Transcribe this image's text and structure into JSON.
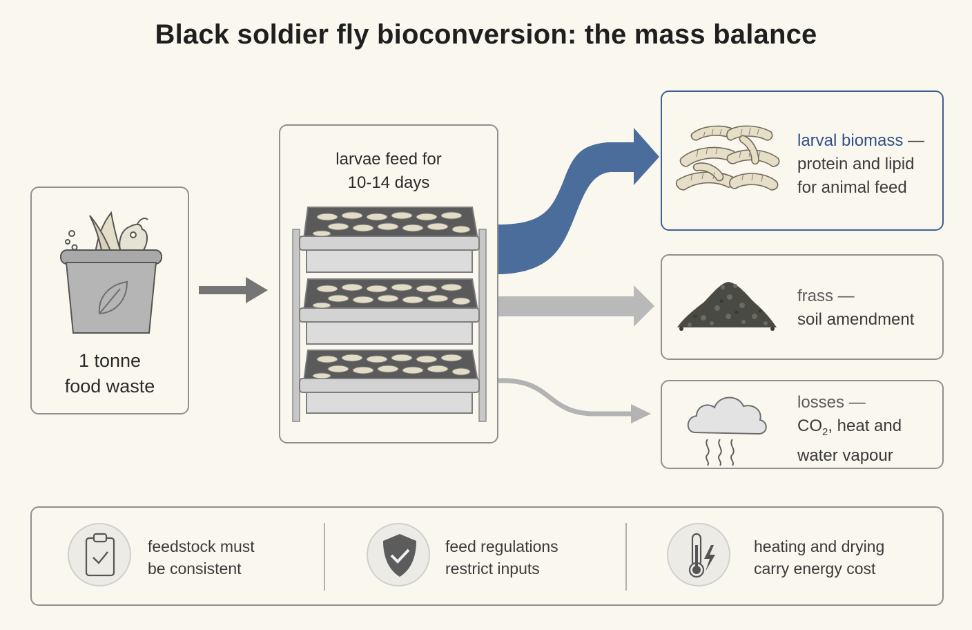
{
  "title": "Black soldier fly bioconversion: the mass balance",
  "input": {
    "line1": "1 tonne",
    "line2": "food waste",
    "icon": "food-waste-bin-icon"
  },
  "process": {
    "line1": "larvae feed for",
    "line2": "10-14 days",
    "icon": "larvae-trays-rack-icon"
  },
  "outputs": [
    {
      "name": "larval biomass",
      "dash": " —",
      "line2": "protein and lipid",
      "line3": "for animal feed",
      "icon": "larvae-pile-icon",
      "color": "#3d5f91"
    },
    {
      "name": "frass",
      "dash": " —",
      "line2": "soil amendment",
      "icon": "frass-pile-icon",
      "color": "#9e9e9e"
    },
    {
      "name": "losses",
      "dash": " —",
      "co": "CO",
      "sub": "2",
      "line2_rest": ", heat and",
      "line3": "water vapour",
      "icon": "cloud-vapour-icon",
      "color": "#a8a8a8"
    }
  ],
  "constraints": [
    {
      "line1": "feedstock must",
      "line2": "be consistent",
      "icon": "clipboard-check-icon"
    },
    {
      "line1": "feed regulations",
      "line2": "restrict inputs",
      "icon": "shield-check-icon"
    },
    {
      "line1": "heating and drying",
      "line2": "carry energy cost",
      "icon": "thermometer-energy-icon"
    }
  ],
  "colors": {
    "background": "#faf7ef",
    "accent": "#3d5f91",
    "neutral": "#9e9e9e"
  }
}
